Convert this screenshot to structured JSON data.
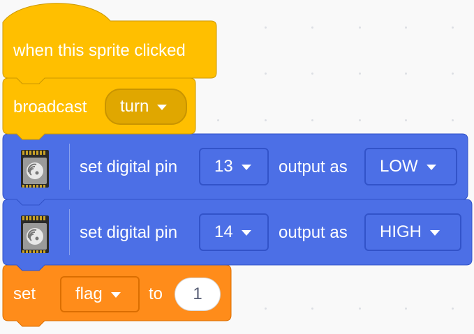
{
  "hat_block": {
    "label": "when this sprite clicked"
  },
  "broadcast_block": {
    "label": "broadcast",
    "message": "turn"
  },
  "pin_block_1": {
    "label": "set digital pin",
    "pin": "13",
    "middle_label": "output as",
    "level": "LOW"
  },
  "pin_block_2": {
    "label": "set digital pin",
    "pin": "14",
    "middle_label": "output as",
    "level": "HIGH"
  },
  "set_var_block": {
    "label": "set",
    "variable": "flag",
    "to_label": "to",
    "value": "1"
  },
  "icons": {
    "extension": "esp32-chip-icon",
    "dropdown": "dropdown-arrow-icon"
  },
  "colors": {
    "events": "#ffbf00",
    "events_border": "#cc9900",
    "extension": "#4c6fe6",
    "extension_border": "#3253c9",
    "variables": "#ff8c1a",
    "variables_border": "#db6e00",
    "workspace": "#f9f9f9"
  }
}
